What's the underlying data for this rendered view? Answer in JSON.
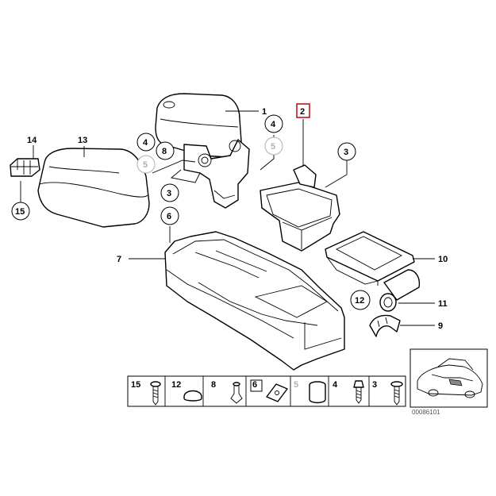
{
  "callouts": {
    "c1": "1",
    "c2": "2",
    "c3a": "3",
    "c4a": "4",
    "c5a": "5",
    "c4b": "4",
    "c8": "8",
    "c5b": "5",
    "c14": "14",
    "c13": "13",
    "c15": "15",
    "c3b": "3",
    "c6": "6",
    "c7": "7",
    "c10": "10",
    "c12": "12",
    "c11": "11",
    "c9": "9"
  },
  "strip": {
    "items": [
      {
        "label": "15"
      },
      {
        "label": "12"
      },
      {
        "label": "8"
      },
      {
        "label": "6"
      },
      {
        "label": "5"
      },
      {
        "label": "4"
      },
      {
        "label": "3"
      }
    ]
  },
  "diagram_code": "00086101"
}
